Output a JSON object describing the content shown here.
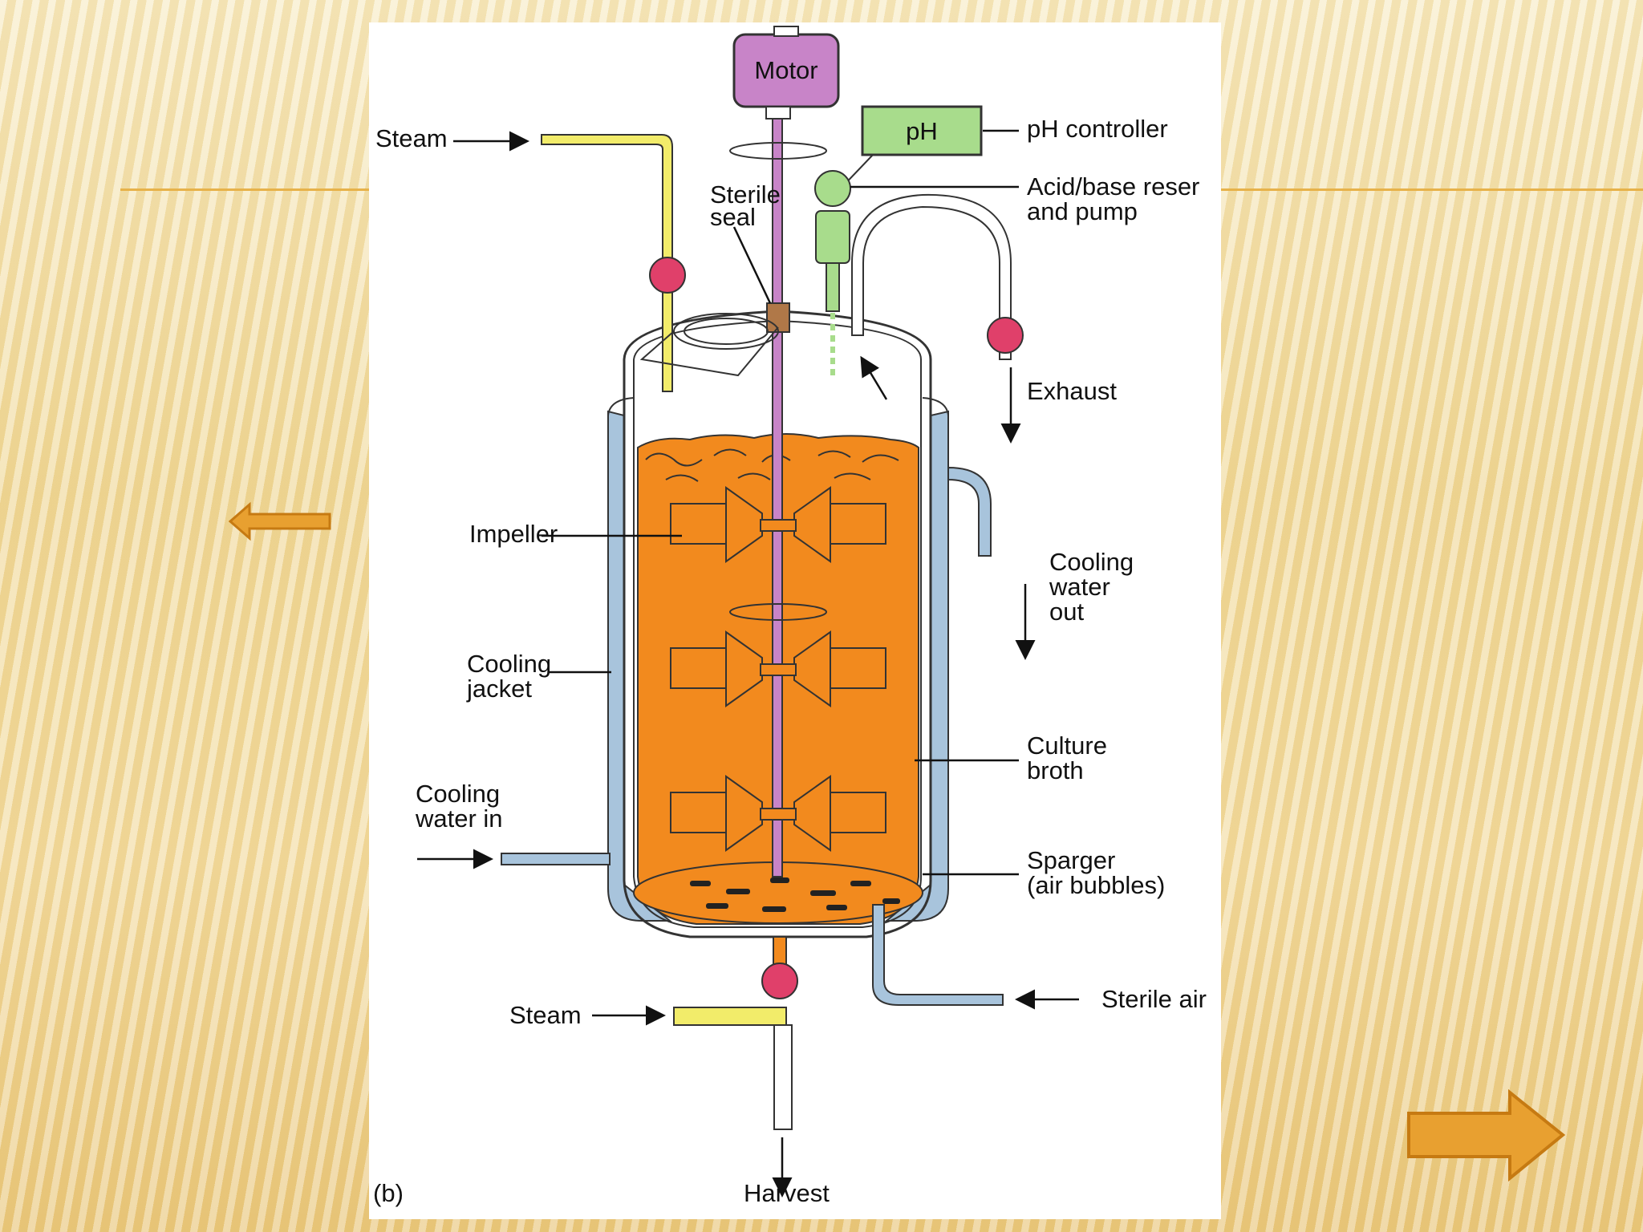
{
  "diagram": {
    "labels": {
      "motor": "Motor",
      "ph_box": "pH",
      "ph_controller": "pH controller",
      "steam_top": "Steam",
      "sterile_seal_1": "Sterile",
      "sterile_seal_2": "seal",
      "acid_base_1": "Acid/base reser",
      "acid_base_2": "and pump",
      "exhaust": "Exhaust",
      "impeller": "Impeller",
      "cooling_water_out_1": "Cooling",
      "cooling_water_out_2": "water",
      "cooling_water_out_3": "out",
      "cooling_jacket_1": "Cooling",
      "cooling_jacket_2": "jacket",
      "culture_broth_1": "Culture",
      "culture_broth_2": "broth",
      "cooling_water_in_1": "Cooling",
      "cooling_water_in_2": "water in",
      "sparger_1": "Sparger",
      "sparger_2": "(air bubbles)",
      "sterile_air": "Sterile air",
      "steam_bottom": "Steam",
      "harvest": "Harvest",
      "panel": "(b)"
    },
    "colors": {
      "broth": "#f28a1e",
      "jacket": "#a8c4dc",
      "motor": "#c884c8",
      "ph": "#a8dc8c",
      "steam_pipe": "#f2ec6a",
      "valve": "#e0406a",
      "seal": "#b07848",
      "arrow": "#e8a030"
    }
  },
  "nav": {
    "prev_icon": "arrow-left-icon",
    "next_icon": "arrow-right-icon"
  }
}
